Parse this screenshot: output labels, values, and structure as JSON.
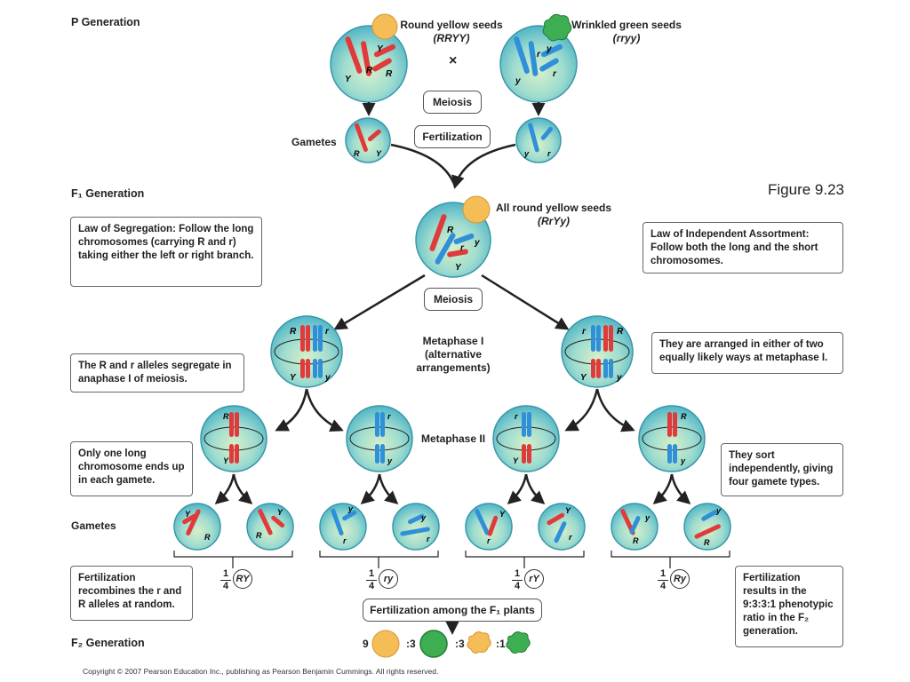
{
  "figure_label": "Figure 9.23",
  "generations": {
    "p": "P Generation",
    "f1": "F₁ Generation",
    "f2": "F₂ Generation"
  },
  "parents": {
    "left": {
      "phenotype": "Round yellow seeds",
      "genotype": "(RRYY)"
    },
    "right": {
      "phenotype": "Wrinkled green seeds",
      "genotype": "(rryy)"
    },
    "cross": "×"
  },
  "labels": {
    "gametes_top": "Gametes",
    "gametes_bottom": "Gametes",
    "metaphase1": "Metaphase I\n(alternative\narrangements)",
    "metaphase2": "Metaphase II"
  },
  "pills": {
    "meiosis_top": "Meiosis",
    "fertilization": "Fertilization",
    "meiosis_f1": "Meiosis",
    "fertilization_f1": "Fertilization among the F₁ plants"
  },
  "f1": {
    "phenotype": "All round yellow seeds",
    "genotype": "(RrYy)"
  },
  "notes": {
    "segregation": "Law of Segregation: Follow the long chromosomes (carrying R and r) taking either the left or right branch.",
    "independent": "Law of Independent Assortment: Follow both the long and the short chromosomes.",
    "alleles_segregate": "The R and r alleles segregate in anaphase I of meiosis.",
    "arranged": "They are arranged in either of two equally likely ways at metaphase I.",
    "one_long": "Only one long chromosome ends up in each gamete.",
    "sort": "They sort independently, giving four gamete types.",
    "recombines": "Fertilization recombines the r and R alleles at random.",
    "ratio_note": "Fertilization results in the 9:3:3:1 phenotypic ratio in the F₂ generation."
  },
  "gamete_types": [
    {
      "fraction_num": "1",
      "fraction_den": "4",
      "genotype": "RY"
    },
    {
      "fraction_num": "1",
      "fraction_den": "4",
      "genotype": "ry"
    },
    {
      "fraction_num": "1",
      "fraction_den": "4",
      "genotype": "rY"
    },
    {
      "fraction_num": "1",
      "fraction_den": "4",
      "genotype": "Ry"
    }
  ],
  "f2_ratio": [
    {
      "count": "9",
      "seed": "round yellow"
    },
    {
      "count": ":3",
      "seed": "round green"
    },
    {
      "count": ":3",
      "seed": "wrinkled yellow"
    },
    {
      "count": ":1",
      "seed": "wrinkled green"
    }
  ],
  "copyright": "Copyright © 2007 Pearson Education Inc., publishing as Pearson Benjamin Cummings. All rights reserved.",
  "colors": {
    "cell": "#5ec3cf",
    "cell_inner": "#c9ecd2",
    "dominant": "#e03a3a",
    "recessive": "#2f8fd8",
    "yellow_seed": "#f4bd55",
    "green_seed": "#3dae52"
  }
}
